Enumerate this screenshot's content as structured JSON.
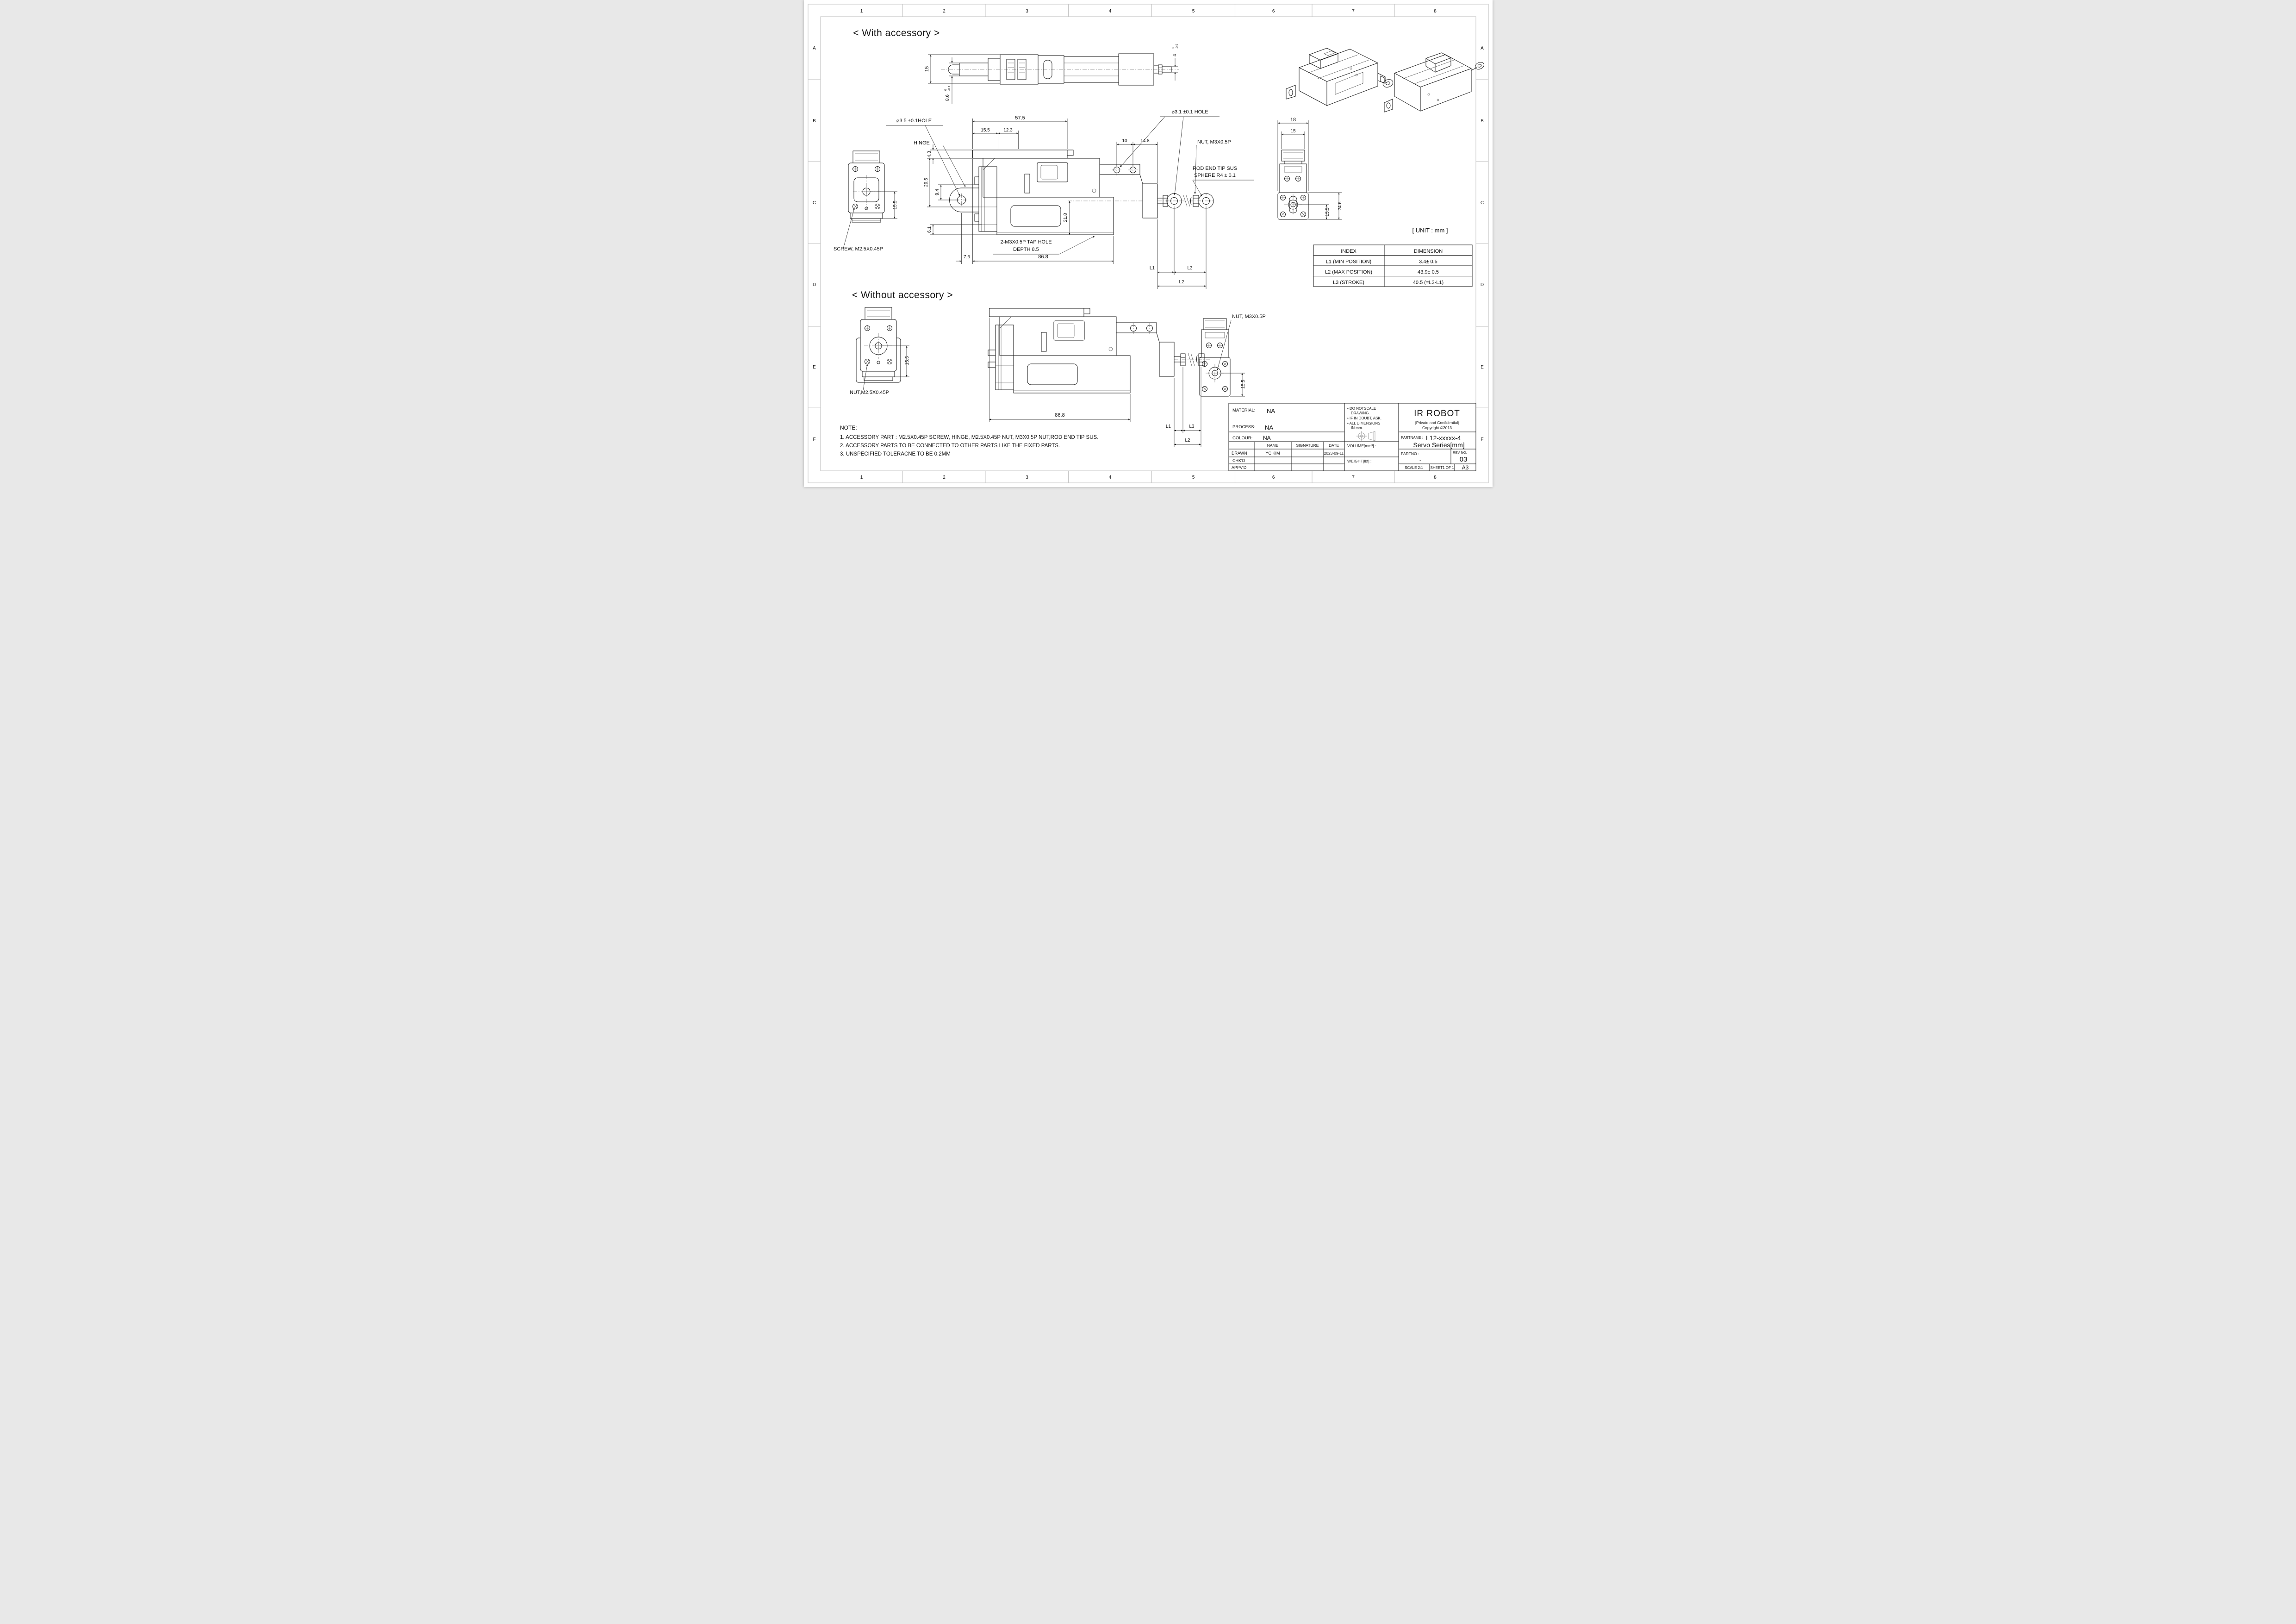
{
  "border": {
    "cols": [
      "1",
      "2",
      "3",
      "4",
      "5",
      "6",
      "7",
      "8"
    ],
    "rows": [
      "A",
      "B",
      "C",
      "D",
      "E",
      "F"
    ]
  },
  "titles": {
    "with": "< With accessory >",
    "without": "< Without accessory >",
    "unit": "[ UNIT : mm ]"
  },
  "labels": {
    "hole35": "⌀3.5 ±0.1HOLE",
    "hinge": "HINGE",
    "hole31": "⌀3.1 ±0.1 HOLE",
    "nut_m3_top": "NUT, M3X0.5P",
    "rod_end_1": "ROD END TIP SUS",
    "rod_end_2": "SPHERE R4 ± 0.1",
    "tap_hole_1": "2-M3X0.5P TAP HOLE",
    "tap_hole_2": "DEPTH 8.5",
    "screw_m25": "SCREW, M2.5X0.45P",
    "nut_m25": "NUT,M2.5X0.45P",
    "nut_m3_bottom": "NUT, M3X0.5P"
  },
  "dims": {
    "top": {
      "w": "15",
      "shaft": "8.6",
      "shaft_hi": "0",
      "shaft_lo": "-0.1",
      "tip": "4",
      "tip_hi": "0",
      "tip_lo": "-0.5"
    },
    "side": {
      "d575": "57.5",
      "d155": "15.5",
      "d123": "12.3",
      "d10": "10",
      "d148": "14.8",
      "d43": "4.3",
      "d295": "29.5",
      "d94": "9.4",
      "d218": "21.8",
      "d61": "6.1",
      "d76": "7.6",
      "d868": "86.8",
      "l1": "L1",
      "l2": "L2",
      "l3": "L3"
    },
    "front": {
      "d155": "15.5"
    },
    "end": {
      "d18": "18",
      "d15": "15",
      "d246": "24.6",
      "d155": "15.5"
    },
    "side_wo": {
      "d868": "86.8",
      "l1": "L1",
      "l2": "L2",
      "l3": "L3"
    },
    "front_wo": {
      "d155": "15.5"
    },
    "end_wo": {
      "d155": "15.5"
    }
  },
  "table": {
    "headers": [
      "INDEX",
      "DIMENSION"
    ],
    "rows": [
      [
        "L1 (MIN POSITION)",
        "3.4± 0.5"
      ],
      [
        "L2 (MAX POSITION)",
        "43.9± 0.5"
      ],
      [
        "L3 (STROKE)",
        "40.5 (=L2-L1)"
      ]
    ]
  },
  "notes": {
    "title": "NOTE:",
    "items": [
      "1. ACCESSORY PART :  M2.5X0.45P SCREW, HINGE, M2.5X0.45P NUT, M3X0.5P NUT,ROD END TIP SUS.",
      "2. ACCESSORY PARTS TO BE CONNECTED TO OTHER PARTS LIKE THE  FIXED PARTS.",
      "3. UNSPECIFIED TOLERACNE TO BE 0.2MM"
    ]
  },
  "title_block": {
    "material_label": "MATERIAL:",
    "material": "NA",
    "process_label": "PROCESS:",
    "process": "NA",
    "colour_label": "COLOUR:",
    "colour": "NA",
    "th_name": "NAME",
    "th_signature": "SIGNATURE",
    "th_date": "DATE",
    "drawn_label": "DRAWN",
    "drawn_name": "YC KIM",
    "drawn_date": "2023-09-11",
    "chkd_label": "CHK'D",
    "appvd_label": "APPV'D",
    "volume_label": "VOLUME[mm³] :",
    "weight_label": "WEIGHT[lbf] :",
    "bullets": [
      "• DO NOTSCALE",
      "DRAWING.",
      "• IF IN DOUBT, ASK.",
      "• ALL DIMENSIONS",
      "IN mm."
    ],
    "company": "IR ROBOT",
    "private": "(Private and Confidential)",
    "copyright": "Copyright ©2013",
    "partname_label": "PARTNAME :",
    "partname": "L12-xxxxx-4",
    "partname2": "Servo Series[mm]",
    "partno_label": "PARTNO :",
    "partno": "-",
    "revno_label": "REV NO:",
    "revno": "03",
    "scale": "SCALE 2:1",
    "sheet": "SHEET1 OF 1",
    "size": "A3"
  }
}
